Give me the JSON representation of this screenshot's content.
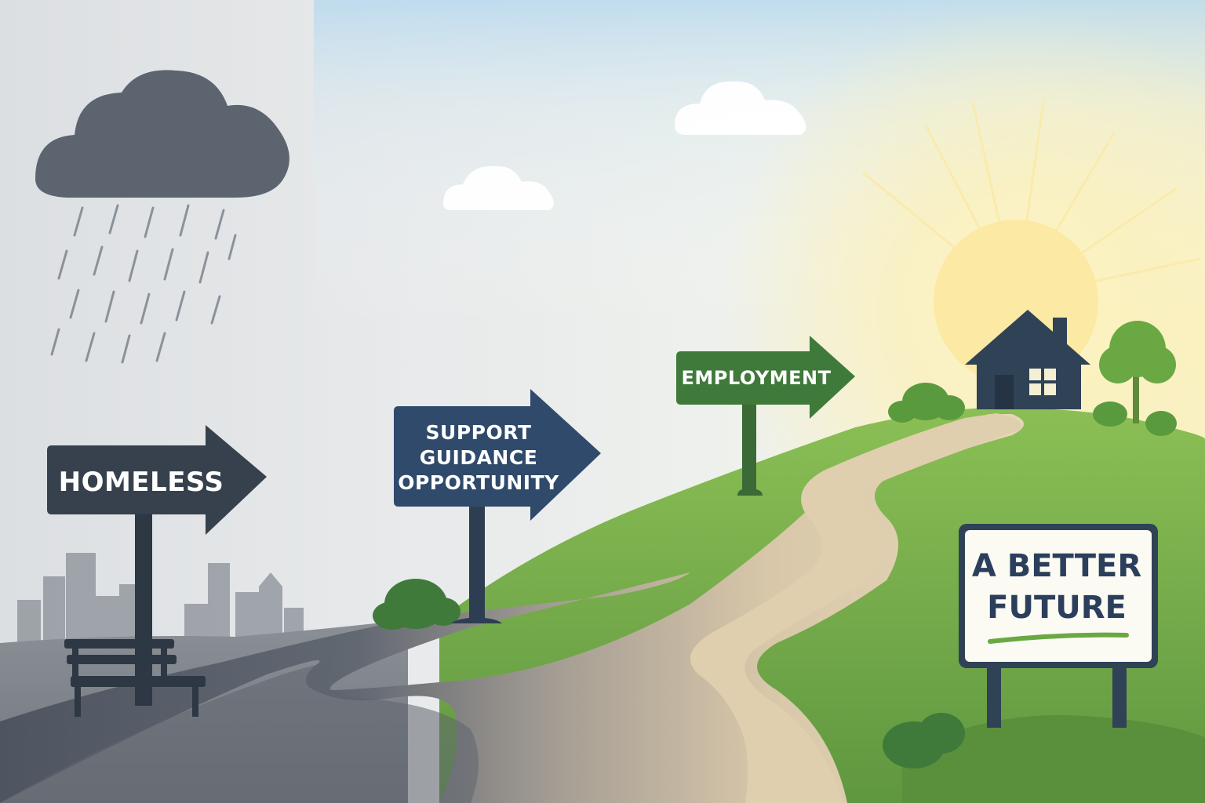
{
  "signs": {
    "homeless": "HOMELESS",
    "support_line1": "SUPPORT",
    "support_line2": "GUIDANCE",
    "support_line3": "OPPORTUNITY",
    "employment": "EMPLOYMENT",
    "future_line1": "A BETTER",
    "future_line2": "FUTURE"
  },
  "colors": {
    "storm_sign": "#36414d",
    "support_sign": "#2f4a6b",
    "employment_sign": "#3f7a3a",
    "hill_green": "#7fae4c",
    "path_sand": "#d9c8a8",
    "dark_road": "#5b6169",
    "sun": "#fbe9a4",
    "house": "#2f4256"
  },
  "icons": [
    "rain-cloud-icon",
    "sun-icon",
    "house-icon",
    "bench-icon",
    "city-skyline-icon"
  ]
}
